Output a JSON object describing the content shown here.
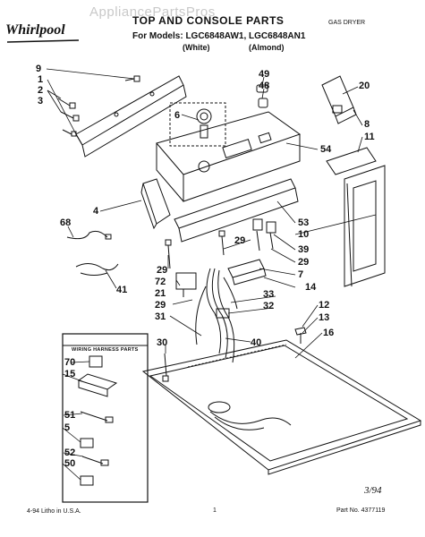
{
  "header": {
    "brand_watermark": "AppliancePartsPros",
    "brand": "Whirlpool",
    "title": "TOP AND CONSOLE PARTS",
    "models_line": "For Models: LGC6848AW1, LGC6848AN1",
    "dryer_type": "GAS DRYER",
    "color_1": "(White)",
    "color_2": "(Almond)"
  },
  "legend": {
    "title": "WIRING HARNESS PARTS",
    "callouts": [
      "70",
      "15",
      "51",
      "5",
      "52",
      "50"
    ]
  },
  "callouts": [
    "9",
    "1",
    "2",
    "3",
    "49",
    "48",
    "6",
    "20",
    "8",
    "11",
    "54",
    "4",
    "53",
    "10",
    "68",
    "39",
    "29",
    "29",
    "29",
    "7",
    "72",
    "14",
    "41",
    "21",
    "33",
    "29",
    "32",
    "31",
    "12",
    "40",
    "13",
    "30",
    "16"
  ],
  "footer": {
    "date_print": "4-94  Litho in U.S.A.",
    "page_number": "1",
    "part_number": "Part No. 4377119",
    "handwritten": "3/94"
  }
}
